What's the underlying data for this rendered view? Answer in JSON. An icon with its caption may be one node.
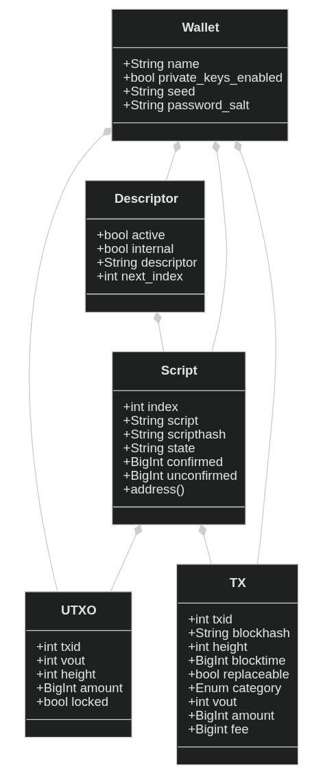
{
  "diagram": {
    "nodes": [
      {
        "text": [
          "Wallet",
          "+String name",
          "+bool private_keys_enabled",
          "+String seed",
          "+String password_salt"
        ]
      },
      {
        "text": [
          "Descriptor",
          "+bool active",
          "+bool internal",
          "+String descriptor",
          "+int next_index"
        ]
      },
      {
        "text": [
          "Script",
          "+int index",
          "+String script",
          "+String scripthash",
          "+String state",
          "+BigInt confirmed",
          "+BigInt unconfirmed",
          "+address()"
        ]
      },
      {
        "text": [
          "UTXO",
          "+int txid",
          "+int vout",
          "+int height",
          "+BigInt amount",
          "+bool locked"
        ]
      },
      {
        "text": [
          "TX",
          "+int txid",
          "+String blockhash",
          "+int height",
          "+BigInt blocktime",
          "+bool replaceable",
          "+Enum category",
          "+int vout",
          "+BigInt amount",
          "+Bigint fee"
        ]
      }
    ],
    "edges": [
      {
        "from": 0,
        "to": 1,
        "arrow": "other"
      },
      {
        "from": 0,
        "to": 2,
        "arrow": "other"
      },
      {
        "from": 0,
        "to": 3,
        "arrow": "other"
      },
      {
        "from": 0,
        "to": 4,
        "arrow": "other"
      },
      {
        "from": 1,
        "to": 2,
        "arrow": "other"
      },
      {
        "from": 2,
        "to": 3,
        "arrow": "other"
      },
      {
        "from": 2,
        "to": 4,
        "arrow": "other"
      }
    ]
  }
}
